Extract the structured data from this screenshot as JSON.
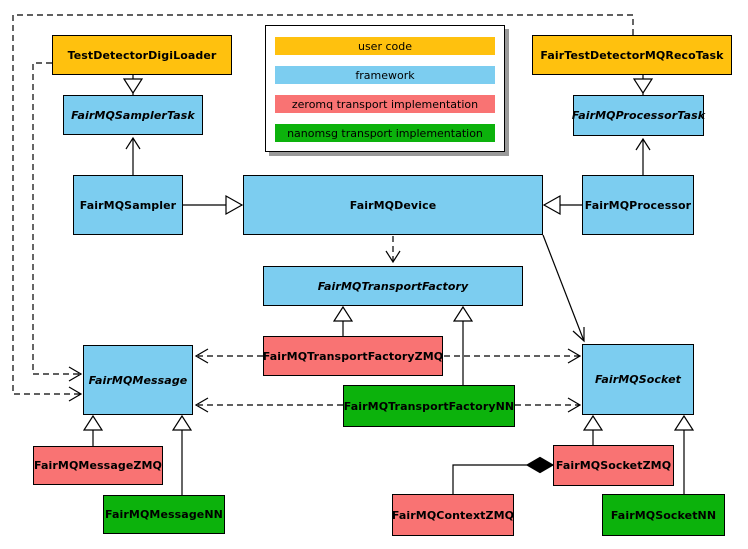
{
  "legend": {
    "items": [
      {
        "label": "user code",
        "color": "#FFC10E"
      },
      {
        "label": "framework",
        "color": "#7CCDF0"
      },
      {
        "label": "zeromq transport implementation",
        "color": "#F97373"
      },
      {
        "label": "nanomsg transport implementation",
        "color": "#0CB20C"
      }
    ]
  },
  "colors": {
    "user_code": "#FFC10E",
    "framework": "#7CCDF0",
    "zeromq": "#F97373",
    "nanomsg": "#0CB20C",
    "line": "#000000"
  },
  "nodes": {
    "testDetectorDigiLoader": {
      "label": "TestDetectorDigiLoader",
      "category": "user code",
      "abstract": false
    },
    "fairTestDetectorMQRecoTask": {
      "label": "FairTestDetectorMQRecoTask",
      "category": "user code",
      "abstract": false
    },
    "fairMQSamplerTask": {
      "label": "FairMQSamplerTask",
      "category": "framework",
      "abstract": true
    },
    "fairMQProcessorTask": {
      "label": "FairMQProcessorTask",
      "category": "framework",
      "abstract": true
    },
    "fairMQSampler": {
      "label": "FairMQSampler",
      "category": "framework",
      "abstract": false
    },
    "fairMQDevice": {
      "label": "FairMQDevice",
      "category": "framework",
      "abstract": false
    },
    "fairMQProcessor": {
      "label": "FairMQProcessor",
      "category": "framework",
      "abstract": false
    },
    "fairMQTransportFactory": {
      "label": "FairMQTransportFactory",
      "category": "framework",
      "abstract": true
    },
    "fairMQTransportFactoryZMQ": {
      "label": "FairMQTransportFactoryZMQ",
      "category": "zeromq",
      "abstract": false
    },
    "fairMQTransportFactoryNN": {
      "label": "FairMQTransportFactoryNN",
      "category": "nanomsg",
      "abstract": false
    },
    "fairMQMessage": {
      "label": "FairMQMessage",
      "category": "framework",
      "abstract": true
    },
    "fairMQSocket": {
      "label": "FairMQSocket",
      "category": "framework",
      "abstract": true
    },
    "fairMQMessageZMQ": {
      "label": "FairMQMessageZMQ",
      "category": "zeromq",
      "abstract": false
    },
    "fairMQMessageNN": {
      "label": "FairMQMessageNN",
      "category": "nanomsg",
      "abstract": false
    },
    "fairMQContextZMQ": {
      "label": "FairMQContextZMQ",
      "category": "zeromq",
      "abstract": false
    },
    "fairMQSocketZMQ": {
      "label": "FairMQSocketZMQ",
      "category": "zeromq",
      "abstract": false
    },
    "fairMQSocketNN": {
      "label": "FairMQSocketNN",
      "category": "nanomsg",
      "abstract": false
    }
  },
  "edges": [
    {
      "from": "TestDetectorDigiLoader",
      "to": "FairMQSamplerTask",
      "type": "inheritance"
    },
    {
      "from": "FairTestDetectorMQRecoTask",
      "to": "FairMQProcessorTask",
      "type": "inheritance"
    },
    {
      "from": "FairMQSampler",
      "to": "FairMQSamplerTask",
      "type": "solid-arrow"
    },
    {
      "from": "FairMQProcessor",
      "to": "FairMQProcessorTask",
      "type": "solid-arrow"
    },
    {
      "from": "FairMQSampler",
      "to": "FairMQDevice",
      "type": "inheritance"
    },
    {
      "from": "FairMQProcessor",
      "to": "FairMQDevice",
      "type": "inheritance"
    },
    {
      "from": "FairMQDevice",
      "to": "FairMQTransportFactory",
      "type": "dashed-arrow"
    },
    {
      "from": "FairMQDevice",
      "to": "FairMQSocket",
      "type": "solid-arrow"
    },
    {
      "from": "FairMQTransportFactoryZMQ",
      "to": "FairMQTransportFactory",
      "type": "inheritance"
    },
    {
      "from": "FairMQTransportFactoryNN",
      "to": "FairMQTransportFactory",
      "type": "inheritance"
    },
    {
      "from": "FairMQTransportFactoryZMQ",
      "to": "FairMQMessage",
      "type": "dashed-arrow"
    },
    {
      "from": "FairMQTransportFactoryZMQ",
      "to": "FairMQSocket",
      "type": "dashed-arrow"
    },
    {
      "from": "FairMQTransportFactoryNN",
      "to": "FairMQMessage",
      "type": "dashed-arrow"
    },
    {
      "from": "FairMQTransportFactoryNN",
      "to": "FairMQSocket",
      "type": "dashed-arrow"
    },
    {
      "from": "TestDetectorDigiLoader",
      "to": "FairMQMessage",
      "type": "dashed-arrow"
    },
    {
      "from": "FairTestDetectorMQRecoTask",
      "to": "FairMQMessage",
      "type": "dashed-arrow"
    },
    {
      "from": "FairMQMessageZMQ",
      "to": "FairMQMessage",
      "type": "inheritance"
    },
    {
      "from": "FairMQMessageNN",
      "to": "FairMQMessage",
      "type": "inheritance"
    },
    {
      "from": "FairMQSocketZMQ",
      "to": "FairMQSocket",
      "type": "inheritance"
    },
    {
      "from": "FairMQSocketNN",
      "to": "FairMQSocket",
      "type": "inheritance"
    },
    {
      "from": "FairMQContextZMQ",
      "to": "FairMQSocketZMQ",
      "type": "composition"
    }
  ]
}
